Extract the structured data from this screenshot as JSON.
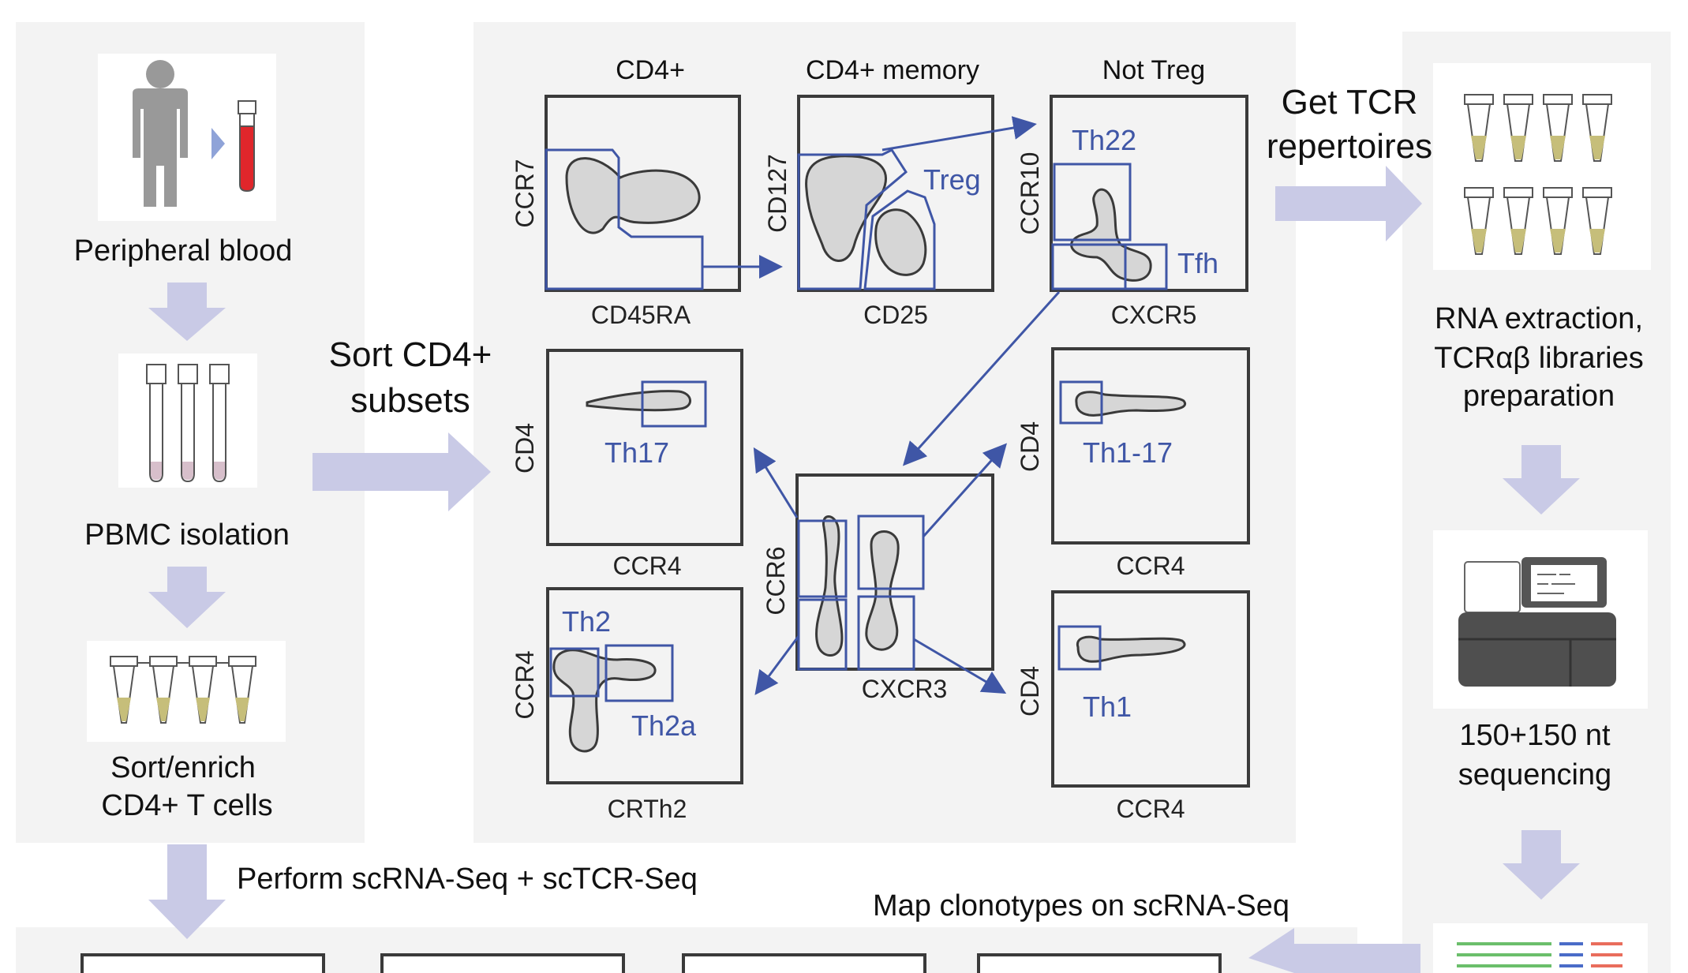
{
  "colors": {
    "panel": "#F3F3F3",
    "arrow": "#C9CAE6",
    "gate": "#3F56A6",
    "blob": "#D6D6D6",
    "frame": "#3A3A3A",
    "blood": "#E0262B",
    "tube_liquid": "#C6BE7A",
    "person": "#999999"
  },
  "left": {
    "peripheral_blood": "Peripheral blood",
    "pbmc": "PBMC isolation",
    "sort1": "Sort/enrich",
    "sort2": "CD4+ T cells"
  },
  "middle": {
    "sort_label_1": "Sort CD4+",
    "sort_label_2": "subsets",
    "plots": {
      "cd4": {
        "title": "CD4+",
        "x": "CD45RA",
        "y": "CCR7"
      },
      "mem": {
        "title": "CD4+ memory",
        "x": "CD25",
        "y": "CD127",
        "gate": "Treg"
      },
      "nottreg": {
        "title": "Not Treg",
        "x": "CXCR5",
        "y": "CCR10",
        "gate1": "Th22",
        "gate2": "Tfh"
      },
      "th17": {
        "x": "CCR4",
        "y": "CD4",
        "gate": "Th17"
      },
      "center": {
        "x": "CXCR3",
        "y": "CCR6"
      },
      "th117": {
        "x": "CCR4",
        "y": "CD4",
        "gate": "Th1-17"
      },
      "th2": {
        "x": "CRTh2",
        "y": "CCR4",
        "gate1": "Th2",
        "gate2": "Th2a"
      },
      "th1": {
        "x": "CCR4",
        "y": "CD4",
        "gate": "Th1"
      }
    }
  },
  "right": {
    "get_tcr_1": "Get TCR",
    "get_tcr_2": "repertoires",
    "rna_1": "RNA extraction,",
    "rna_2": "TCRαβ libraries",
    "rna_3": "preparation",
    "seq_1": "150+150 nt",
    "seq_2": "sequencing"
  },
  "bottom": {
    "perform": "Perform scRNA-Seq + scTCR-Seq",
    "map": "Map clonotypes on scRNA-Seq"
  }
}
